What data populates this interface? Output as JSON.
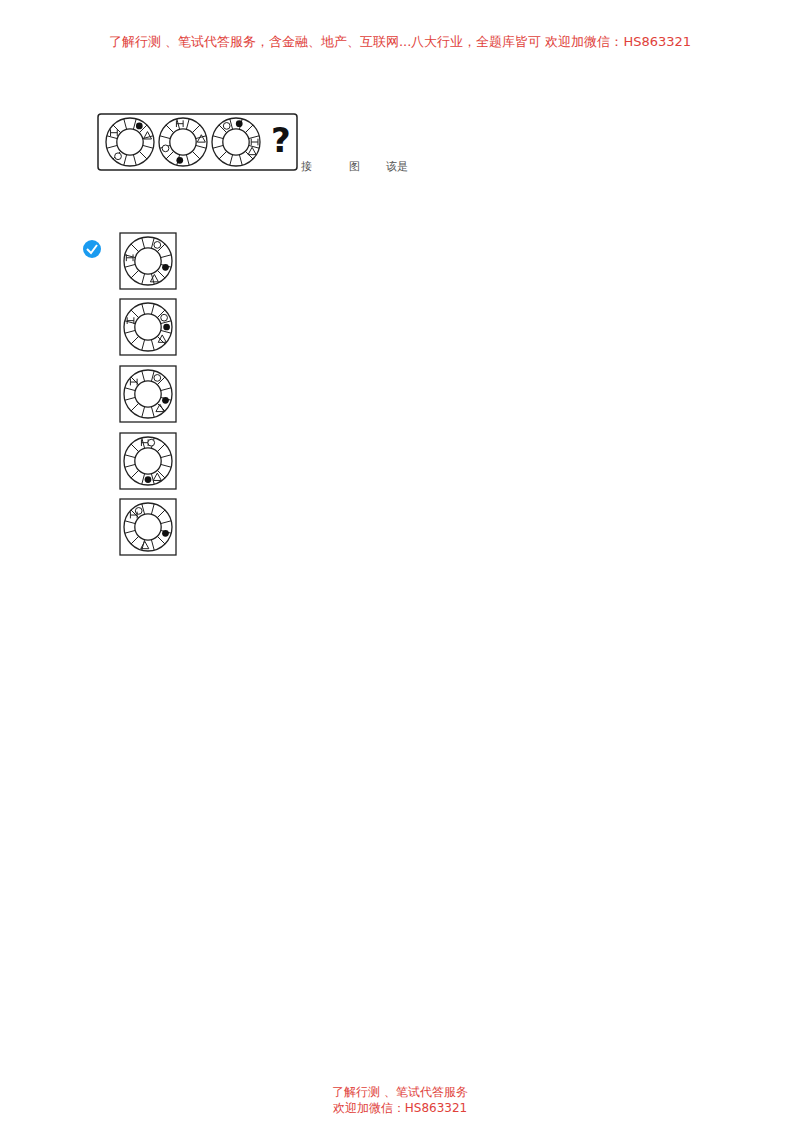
{
  "diagram": {
    "labels": [
      "了解行测 、笔试代答服务，含金融、地产、互联网...八大行业，全题库皆可 欢迎加微信：HS863321",
      "?",
      "接",
      "图",
      "该是",
      "了解行测 、笔试代答服务",
      "欢迎加微信：HS863321"
    ]
  }
}
